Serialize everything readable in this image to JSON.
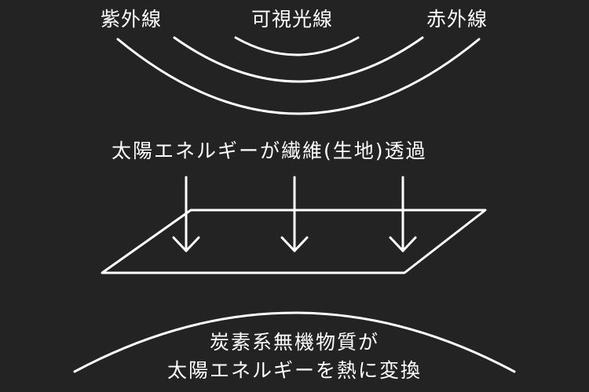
{
  "spectrum": {
    "ultraviolet": "紫外線",
    "visible": "可視光線",
    "infrared": "赤外線"
  },
  "passage_text": "太陽エネルギーが繊維(生地)透過",
  "conversion": {
    "line1": "炭素系無機物質が",
    "line2": "太陽エネルギーを熱に変換"
  },
  "colors": {
    "background": "#232323",
    "stroke": "#ffffff"
  }
}
